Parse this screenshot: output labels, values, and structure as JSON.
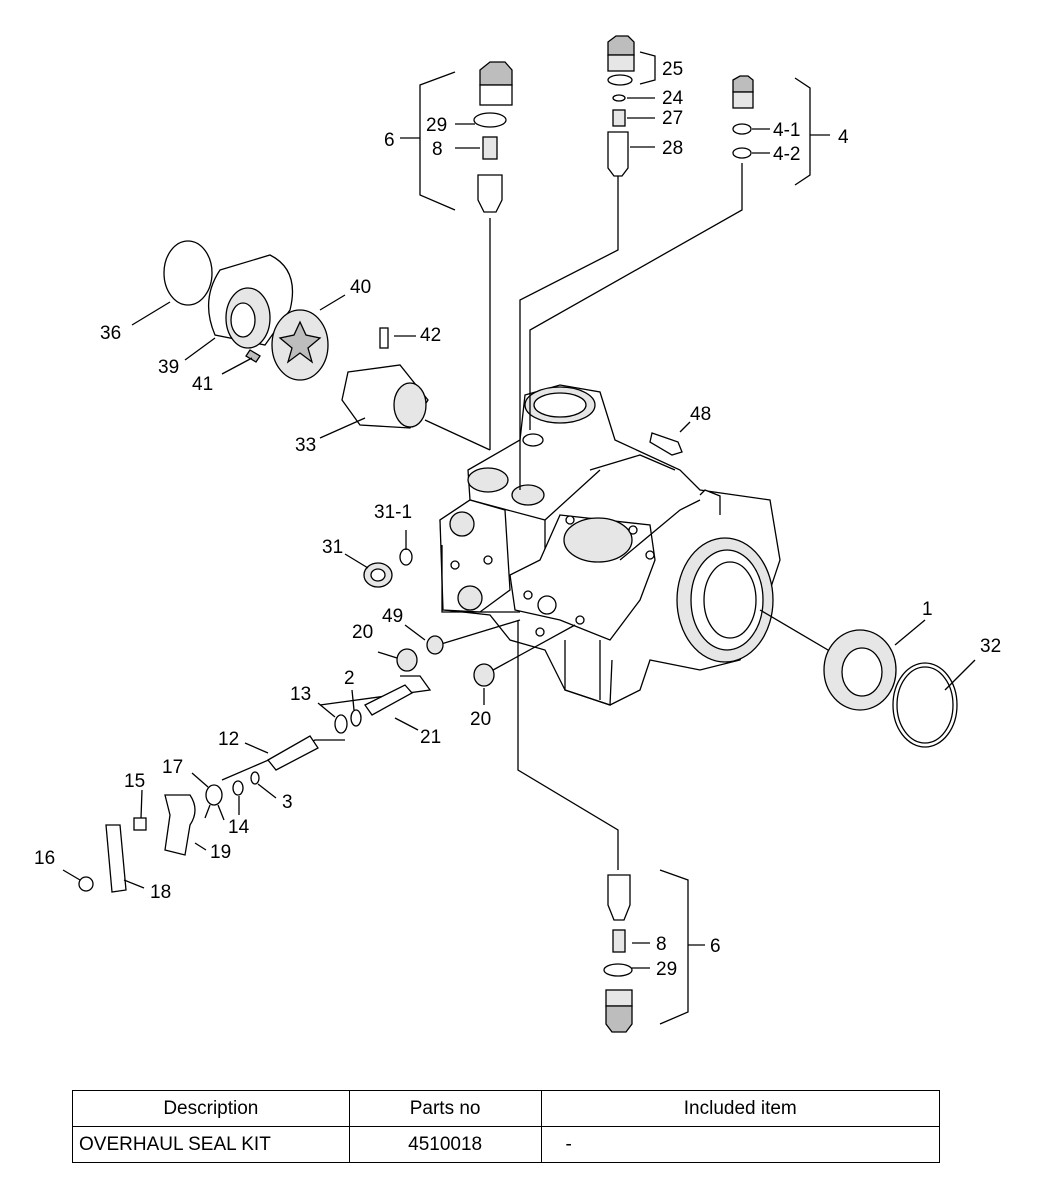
{
  "diagram": {
    "callouts": {
      "c1": "1",
      "c2": "2",
      "c3": "3",
      "c4": "4",
      "c4_1": "4-1",
      "c4_2": "4-2",
      "c6_top": "6",
      "c6_bottom": "6",
      "c8_top": "8",
      "c8_bottom": "8",
      "c12": "12",
      "c13": "13",
      "c14": "14",
      "c15": "15",
      "c16": "16",
      "c17": "17",
      "c18": "18",
      "c19": "19",
      "c20_a": "20",
      "c20_b": "20",
      "c21": "21",
      "c24": "24",
      "c25": "25",
      "c27": "27",
      "c28": "28",
      "c29_top": "29",
      "c29_bottom": "29",
      "c31": "31",
      "c31_1": "31-1",
      "c32": "32",
      "c33": "33",
      "c36": "36",
      "c39": "39",
      "c40": "40",
      "c41": "41",
      "c42": "42",
      "c48": "48",
      "c49": "49"
    }
  },
  "table": {
    "headers": {
      "description": "Description",
      "parts_no": "Parts no",
      "included": "Included item"
    },
    "rows": [
      {
        "description": "OVERHAUL SEAL KIT",
        "parts_no": "4510018",
        "included": "-"
      }
    ]
  }
}
